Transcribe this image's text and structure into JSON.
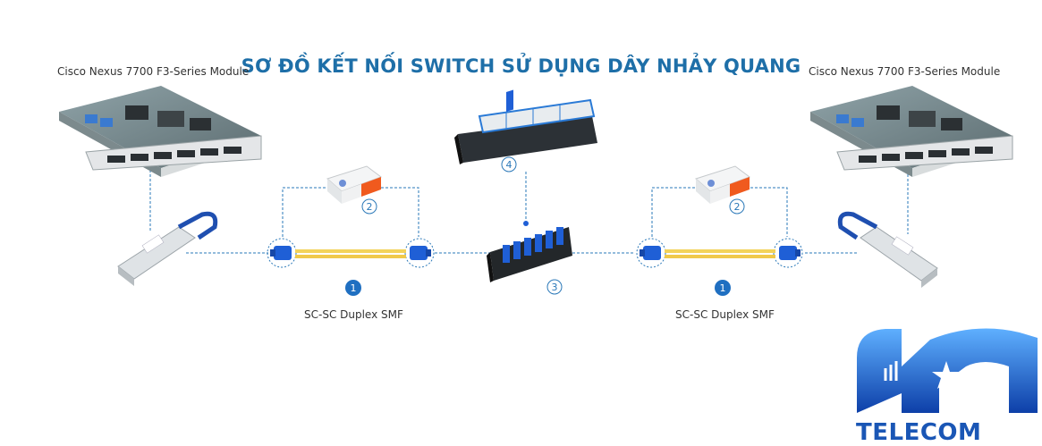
{
  "diagram": {
    "title": "SƠ ĐỒ KẾT NỐI SWITCH SỬ DỤNG DÂY NHẢY QUANG",
    "left_module_label": "Cisco Nexus 7700 F3-Series Module",
    "right_module_label": "Cisco Nexus 7700 F3-Series Module",
    "left_cable_label": "SC-SC Duplex SMF",
    "right_cable_label": "SC-SC Duplex SMF",
    "markers": {
      "cable_left": "1",
      "cleaner_left": "2",
      "adapter_panel": "3",
      "enclosure": "4",
      "cable_right": "1",
      "cleaner_right": "2"
    }
  },
  "logo": {
    "text": "TELECOM"
  },
  "colors": {
    "title": "#1e6fa8",
    "accent": "#1a56b5",
    "cable": "#f3d35a",
    "connector": "#1f5fd6",
    "dashed_line": "#2a78b8"
  }
}
